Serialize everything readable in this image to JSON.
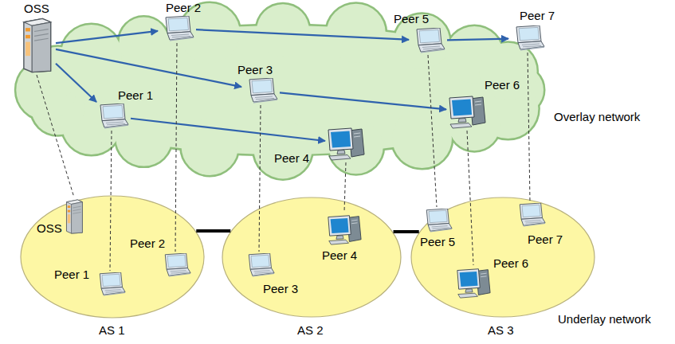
{
  "diagram": {
    "nodes": [
      {
        "text": [
          "Overlay network"
        ]
      },
      {
        "text": [
          "OSS"
        ],
        "in": 0
      },
      {
        "text": [
          "Peer 2"
        ],
        "in": 0
      },
      {
        "text": [
          "Peer 5"
        ],
        "in": 0
      },
      {
        "text": [
          "Peer 7"
        ],
        "in": 0
      },
      {
        "text": [
          "Peer 1"
        ],
        "in": 0
      },
      {
        "text": [
          "Peer 3"
        ],
        "in": 0
      },
      {
        "text": [
          "Peer 6"
        ],
        "in": 0
      },
      {
        "text": [
          "Peer 4"
        ],
        "in": 0
      },
      {
        "text": [
          "AS 1"
        ]
      },
      {
        "text": [
          "OSS"
        ],
        "in": 9
      },
      {
        "text": [
          "Peer 2"
        ],
        "in": 9
      },
      {
        "text": [
          "Peer 1"
        ],
        "in": 9
      },
      {
        "text": [
          "AS 2"
        ]
      },
      {
        "text": [
          "Peer 3"
        ],
        "in": 13
      },
      {
        "text": [
          "Peer 4"
        ],
        "in": 13
      },
      {
        "text": [
          "AS 3"
        ]
      },
      {
        "text": [
          "Peer 5"
        ],
        "in": 16
      },
      {
        "text": [
          "Peer 7"
        ],
        "in": 16
      },
      {
        "text": [
          "Peer 6"
        ],
        "in": 16
      }
    ],
    "edges": [
      {
        "from": 1,
        "to": 2,
        "arrow": "to"
      },
      {
        "from": 1,
        "to": 5,
        "arrow": "to"
      },
      {
        "from": 1,
        "to": 6,
        "arrow": "to"
      },
      {
        "from": 2,
        "to": 3,
        "arrow": "to"
      },
      {
        "from": 3,
        "to": 4,
        "arrow": "to"
      },
      {
        "from": 5,
        "to": 8,
        "arrow": "to"
      },
      {
        "from": 6,
        "to": 7,
        "arrow": "to"
      },
      {
        "from": 1,
        "to": 10,
        "arrow": "none"
      },
      {
        "from": 2,
        "to": 11,
        "arrow": "none"
      },
      {
        "from": 5,
        "to": 12,
        "arrow": "none"
      },
      {
        "from": 6,
        "to": 14,
        "arrow": "none"
      },
      {
        "from": 8,
        "to": 15,
        "arrow": "none"
      },
      {
        "from": 3,
        "to": 17,
        "arrow": "none"
      },
      {
        "from": 7,
        "to": 19,
        "arrow": "none"
      },
      {
        "from": 4,
        "to": 18,
        "arrow": "none"
      },
      {
        "from": 9,
        "to": 13,
        "arrow": "none"
      },
      {
        "from": 13,
        "to": 16,
        "arrow": "none"
      }
    ],
    "labels": [
      "Underlay network"
    ]
  }
}
